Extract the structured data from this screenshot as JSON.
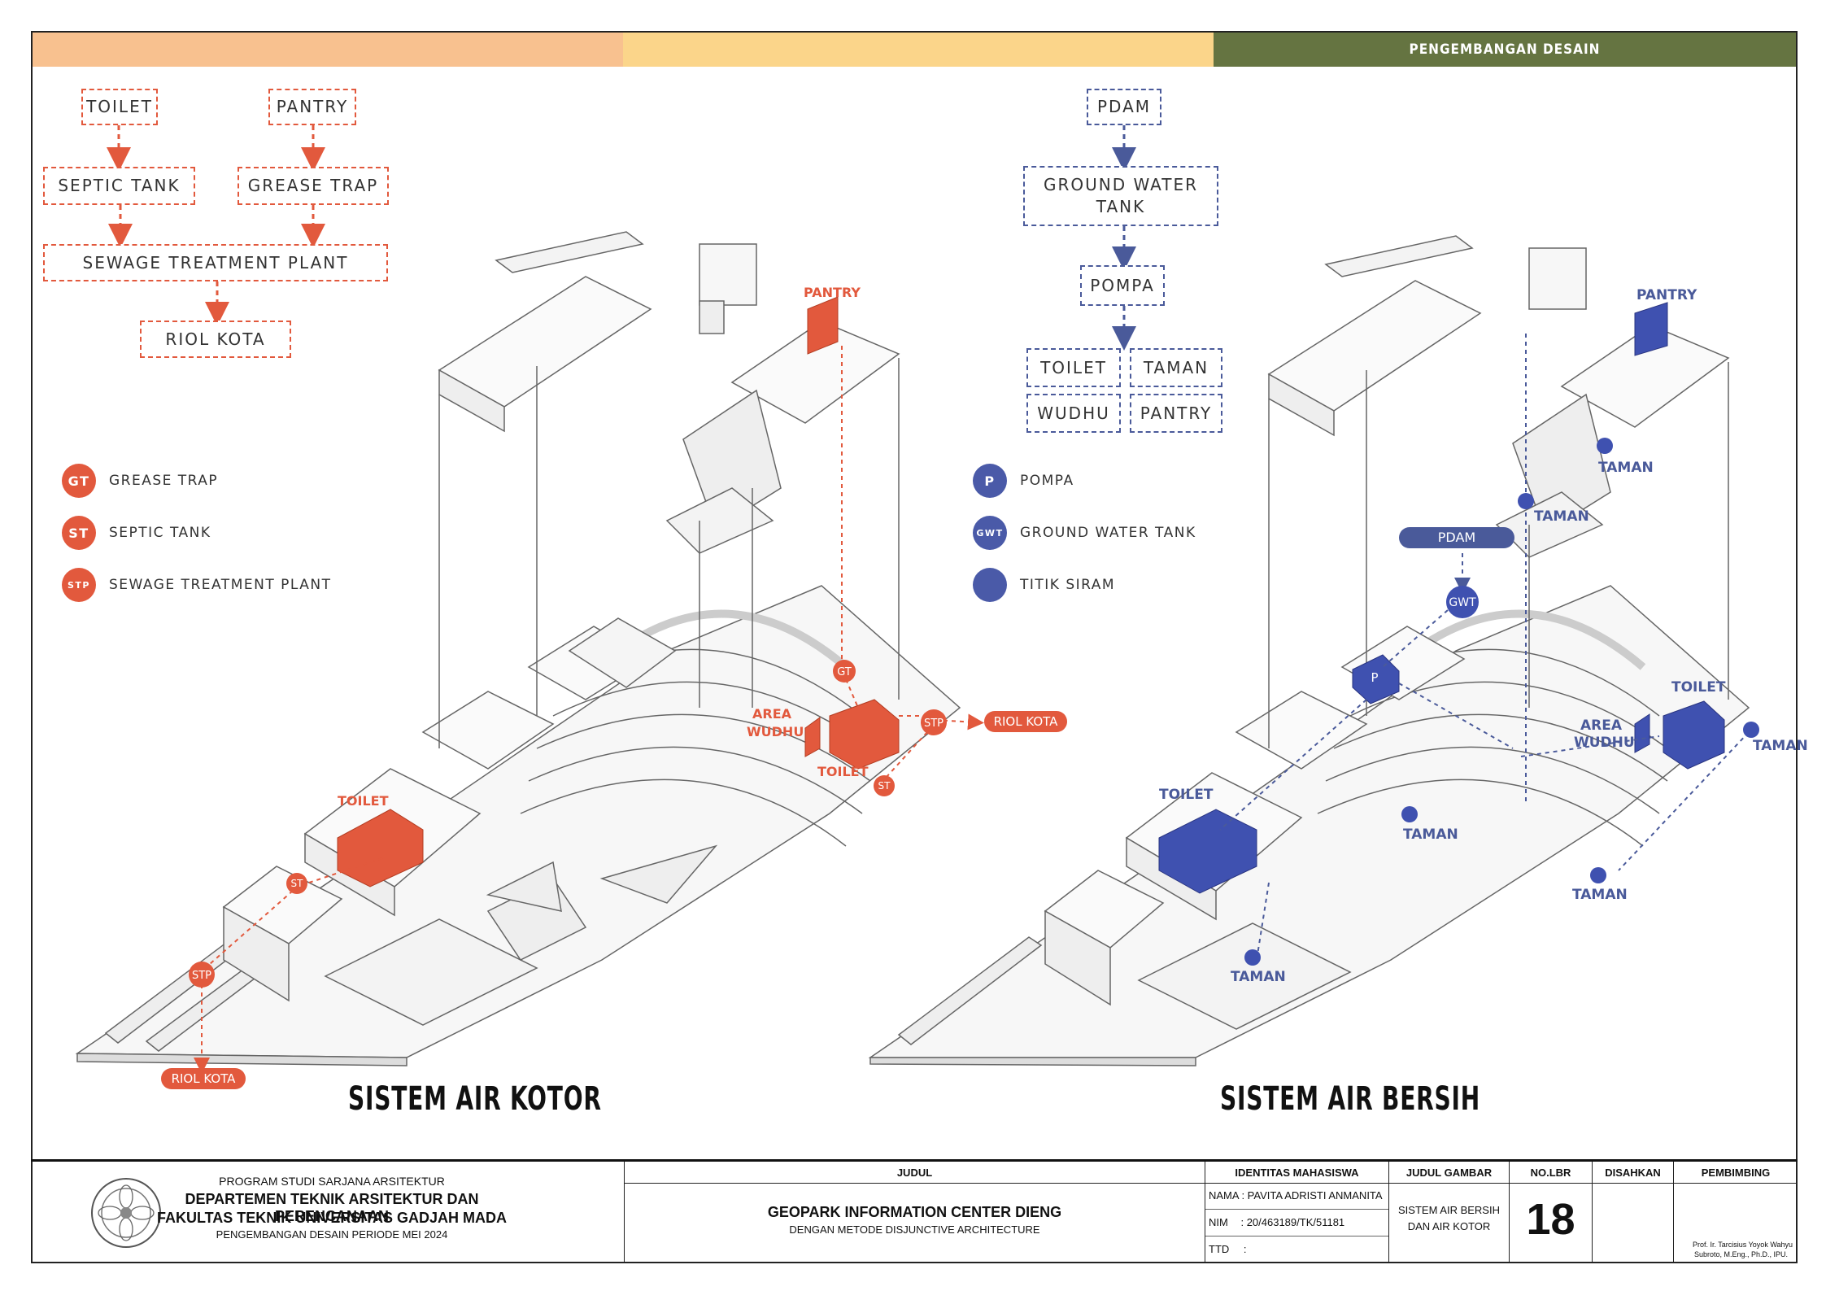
{
  "header": {
    "section_tag": "PENGEMBANGAN DESAIN"
  },
  "colors": {
    "dirty": "#e2593d",
    "clean": "#4a5a9a",
    "band_orange": "#f8c18f",
    "band_yellow": "#fbd58a",
    "band_green": "#657441"
  },
  "dirty_flow": {
    "toilet": "TOILET",
    "pantry": "PANTRY",
    "septic_tank": "SEPTIC TANK",
    "grease_trap": "GREASE TRAP",
    "stp": "SEWAGE TREATMENT PLANT",
    "riol": "RIOL KOTA"
  },
  "dirty_legend": [
    {
      "code": "GT",
      "label": "GREASE TRAP"
    },
    {
      "code": "ST",
      "label": "SEPTIC TANK"
    },
    {
      "code": "STP",
      "label": "SEWAGE TREATMENT PLANT"
    }
  ],
  "clean_flow": {
    "pdam": "PDAM",
    "gwt": "GROUND WATER TANK",
    "pompa": "POMPA",
    "toilet": "TOILET",
    "taman": "TAMAN",
    "wudhu": "WUDHU",
    "pantry": "PANTRY"
  },
  "clean_legend": [
    {
      "code": "P",
      "label": "POMPA"
    },
    {
      "code": "GWT",
      "label": "GROUND WATER TANK"
    },
    {
      "code": "",
      "label": "TITIK SIRAM"
    }
  ],
  "dirty_labels": {
    "pantry": "PANTRY",
    "gt": "GT",
    "stp": "STP",
    "riol_right": "RIOL KOTA",
    "area": "AREA",
    "wudhu": "WUDHU",
    "toilet_right": "TOILET",
    "st_right": "ST",
    "toilet_left": "TOILET",
    "st_left": "ST",
    "stp_left": "STP",
    "riol_left": "RIOL KOTA"
  },
  "clean_labels": {
    "pantry": "PANTRY",
    "taman1": "TAMAN",
    "taman2": "TAMAN",
    "pdam": "PDAM",
    "gwt": "GWT",
    "p": "P",
    "toilet_right": "TOILET",
    "area": "AREA",
    "wudhu": "WUDHU",
    "taman3": "TAMAN",
    "toilet_left": "TOILET",
    "taman4": "TAMAN",
    "taman5": "TAMAN",
    "taman6": "TAMAN"
  },
  "titles": {
    "left": "SISTEM AIR KOTOR",
    "right": "SISTEM AIR BERSIH"
  },
  "title_block": {
    "program": "PROGRAM STUDI SARJANA ARSITEKTUR",
    "dept": "DEPARTEMEN TEKNIK ARSITEKTUR DAN PERENCANAAN",
    "faculty": "FAKULTAS TEKNIK UNIVERSITAS GADJAH MADA",
    "period": "PENGEMBANGAN DESAIN PERIODE MEI 2024",
    "judul_hdr": "JUDUL",
    "judul": "GEOPARK INFORMATION CENTER DIENG",
    "judul_sub": "DENGAN METODE DISJUNCTIVE ARCHITECTURE",
    "id_hdr": "IDENTITAS MAHASISWA",
    "nama": "NAMA : PAVITA ADRISTI ANMANITA",
    "nim_label": "NIM",
    "nim": ": 20/463189/TK/51181",
    "ttd_label": "TTD",
    "ttd": ":",
    "jg_hdr": "JUDUL GAMBAR",
    "jg_1": "SISTEM AIR BERSIH",
    "jg_2": "DAN AIR KOTOR",
    "no_hdr": "NO.LBR",
    "no": "18",
    "dis_hdr": "DISAHKAN",
    "pem_hdr": "PEMBIMBING",
    "pem_1": "Prof. Ir. Tarcisius Yoyok Wahyu",
    "pem_2": "Subroto, M.Eng., Ph.D., IPU."
  }
}
